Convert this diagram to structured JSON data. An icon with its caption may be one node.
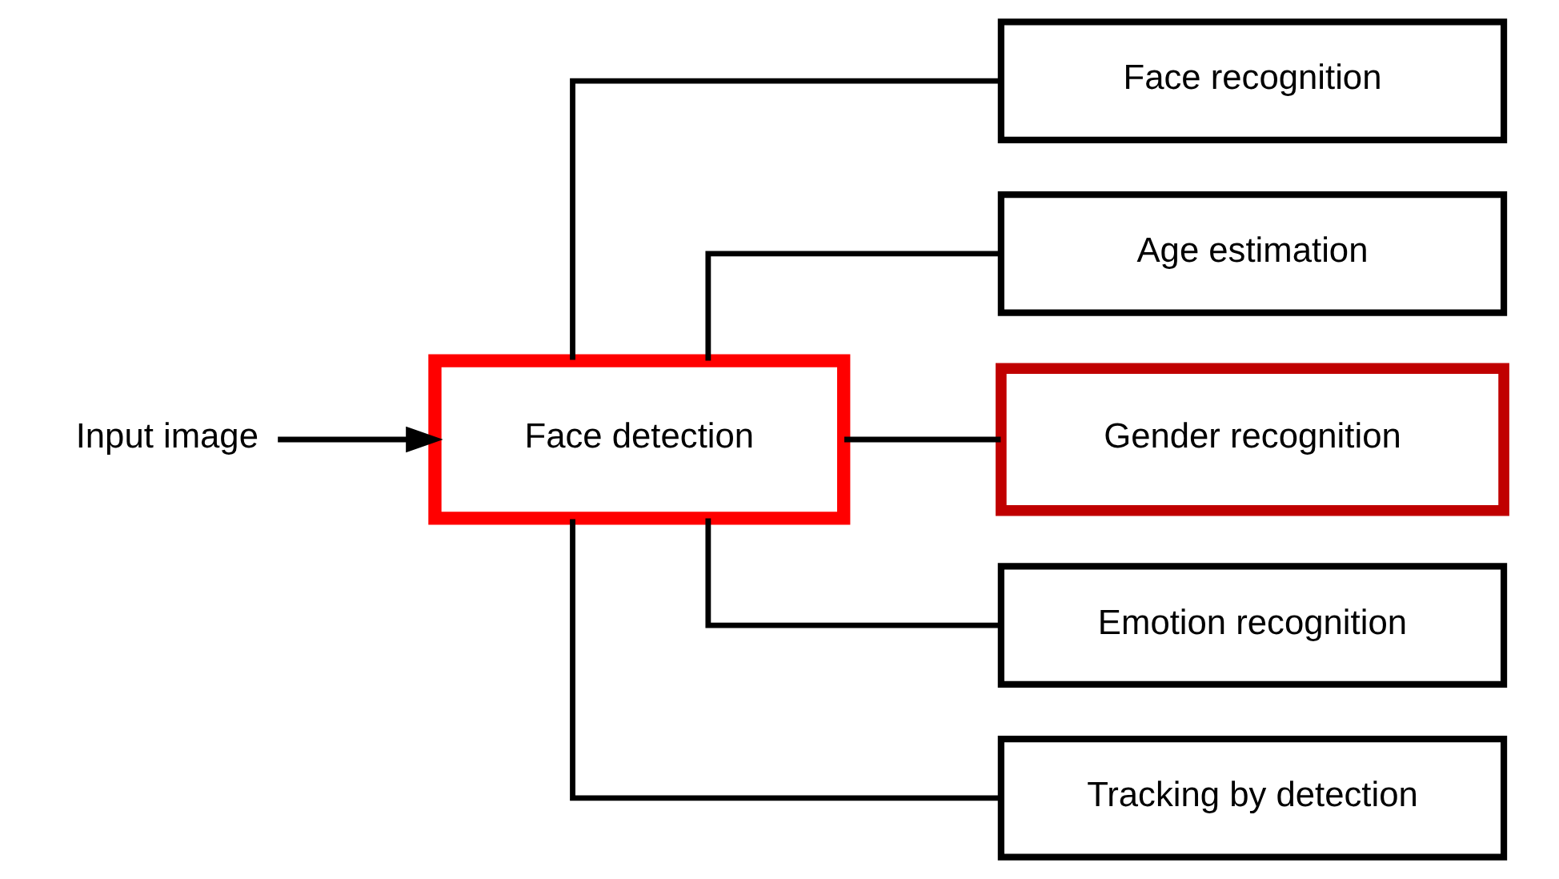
{
  "diagram": {
    "nodes": [
      {
        "text": [
          "Input image"
        ]
      },
      {
        "text": [
          "Face detection"
        ]
      },
      {
        "text": [
          "Face recognition"
        ]
      },
      {
        "text": [
          "Age estimation"
        ]
      },
      {
        "text": [
          "Gender recognition"
        ]
      },
      {
        "text": [
          "Emotion recognition"
        ]
      },
      {
        "text": [
          "Tracking by detection"
        ]
      }
    ],
    "edges": [
      {
        "from": 0,
        "to": 1,
        "arrow": "to"
      },
      {
        "from": 1,
        "to": 2,
        "arrow": "none"
      },
      {
        "from": 1,
        "to": 3,
        "arrow": "none"
      },
      {
        "from": 1,
        "to": 4,
        "arrow": "none"
      },
      {
        "from": 1,
        "to": 5,
        "arrow": "none"
      },
      {
        "from": 1,
        "to": 6,
        "arrow": "none"
      }
    ]
  }
}
